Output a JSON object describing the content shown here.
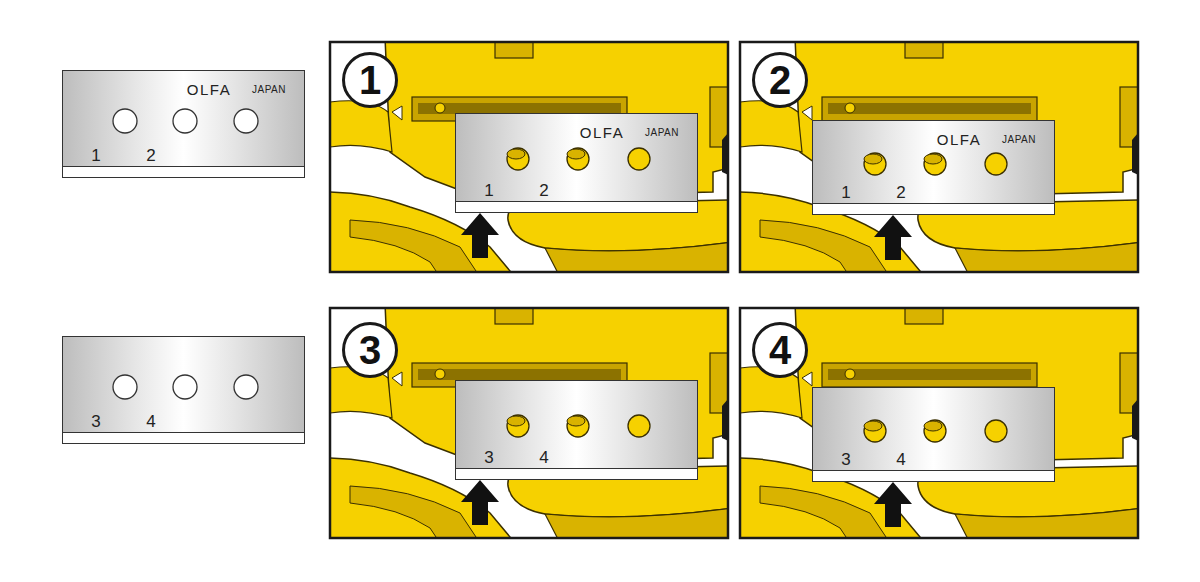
{
  "diagram": {
    "nodes": [
      {
        "text": [
          "OLFA",
          "JAPAN",
          "1",
          "2"
        ]
      },
      {
        "text": [
          "1"
        ]
      },
      {
        "text": [
          "OLFA",
          "JAPAN",
          "1",
          "2"
        ]
      },
      {
        "text": [
          "2"
        ]
      },
      {
        "text": [
          "OLFA",
          "JAPAN",
          "1",
          "2"
        ]
      },
      {
        "text": [
          "3",
          "4"
        ]
      },
      {
        "text": [
          "3"
        ]
      },
      {
        "text": [
          "3",
          "4"
        ]
      },
      {
        "text": [
          "4"
        ]
      },
      {
        "text": [
          "3",
          "4"
        ]
      }
    ]
  }
}
